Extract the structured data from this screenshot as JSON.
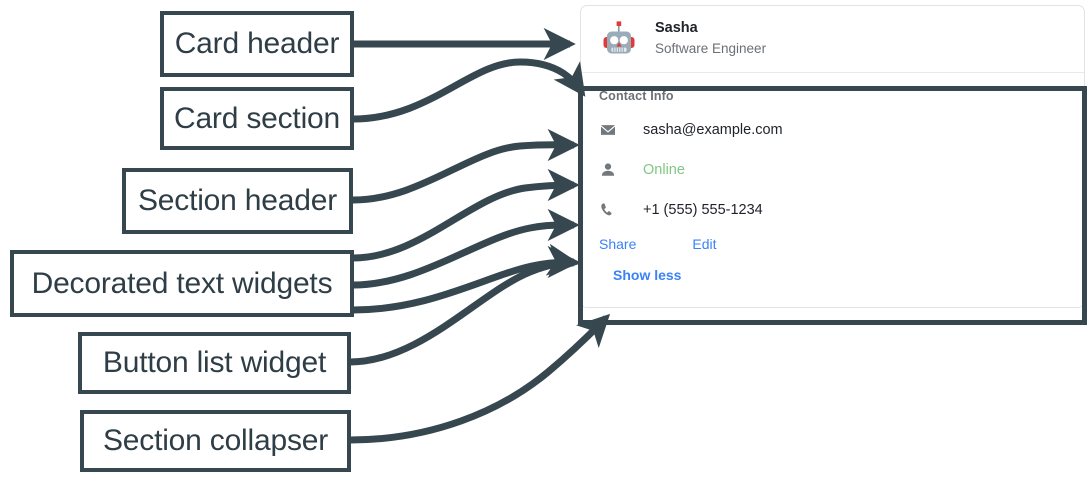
{
  "annotations": [
    {
      "label": "Card header",
      "name": "annotation-card-header"
    },
    {
      "label": "Card section",
      "name": "annotation-card-section"
    },
    {
      "label": "Section header",
      "name": "annotation-section-header"
    },
    {
      "label": "Decorated text widgets",
      "name": "annotation-decorated-text-widgets"
    },
    {
      "label": "Button list widget",
      "name": "annotation-button-list-widget"
    },
    {
      "label": "Section collapser",
      "name": "annotation-section-collapser"
    }
  ],
  "card": {
    "header": {
      "avatar_icon": "robot-avatar-icon",
      "title": "Sasha",
      "subtitle": "Software Engineer"
    },
    "section": {
      "header": "Contact Info",
      "rows": [
        {
          "icon": "email-icon",
          "text": "sasha@example.com",
          "style": "default"
        },
        {
          "icon": "person-icon",
          "text": "Online",
          "style": "green"
        },
        {
          "icon": "phone-icon",
          "text": "+1 (555) 555-1234",
          "style": "default"
        }
      ],
      "buttons": [
        {
          "label": "Share"
        },
        {
          "label": "Edit"
        }
      ],
      "collapser": {
        "label": "Show less"
      }
    }
  },
  "colors": {
    "annotation_stroke": "#37474f",
    "link_blue": "#3b82f6",
    "status_green": "#81c784",
    "muted_text": "#6b7075",
    "card_border": "#e2e3e5"
  }
}
